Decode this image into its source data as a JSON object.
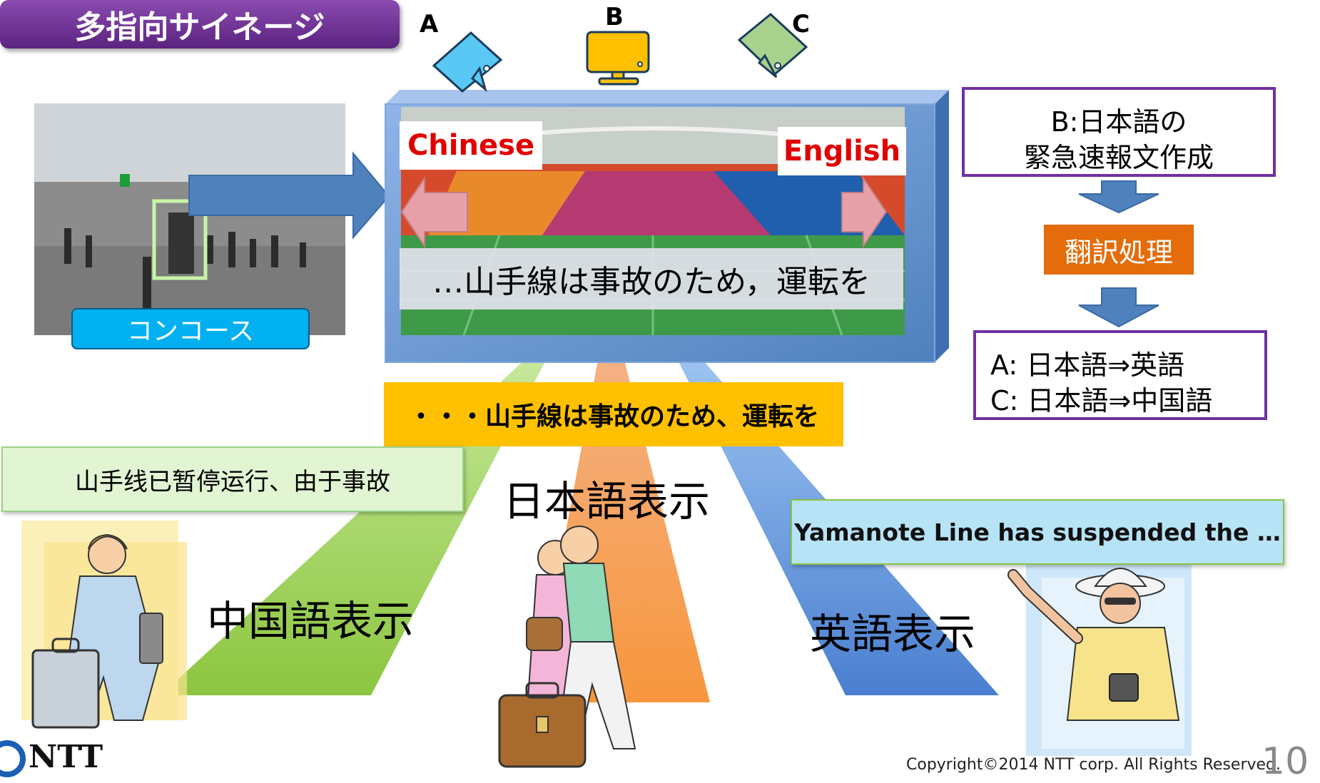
{
  "title": "多指向サイネージ",
  "devices": [
    {
      "label": "A",
      "color": "#5ac8f5"
    },
    {
      "label": "B",
      "color": "#ffc000"
    },
    {
      "label": "C",
      "color": "#a9d18e"
    }
  ],
  "photo": {
    "label": "コンコース"
  },
  "screen": {
    "left_tag": "Chinese",
    "right_tag": "English",
    "caption": "…山手線は事故のため，運転を"
  },
  "process": {
    "step1_line1": "B:日本語の",
    "step1_line2": "緊急速報文作成",
    "step2": "翻訳処理",
    "step3_line1": "A:  日本語⇒英語",
    "step3_line2": "C:  日本語⇒中国語"
  },
  "japanese_message": "・・・山手線は事故のため、運転を",
  "chinese_message": "山手线已暂停运行、由于事故",
  "english_message": "Yamanote Line has suspended the …",
  "beam_labels": {
    "chinese": "中国語表示",
    "japanese": "日本語表示",
    "english": "英語表示"
  },
  "footer": {
    "logo_text": "NTT",
    "copyright": "Copyright©2014  NTT corp. All Rights Reserved.",
    "page_number": "10"
  }
}
